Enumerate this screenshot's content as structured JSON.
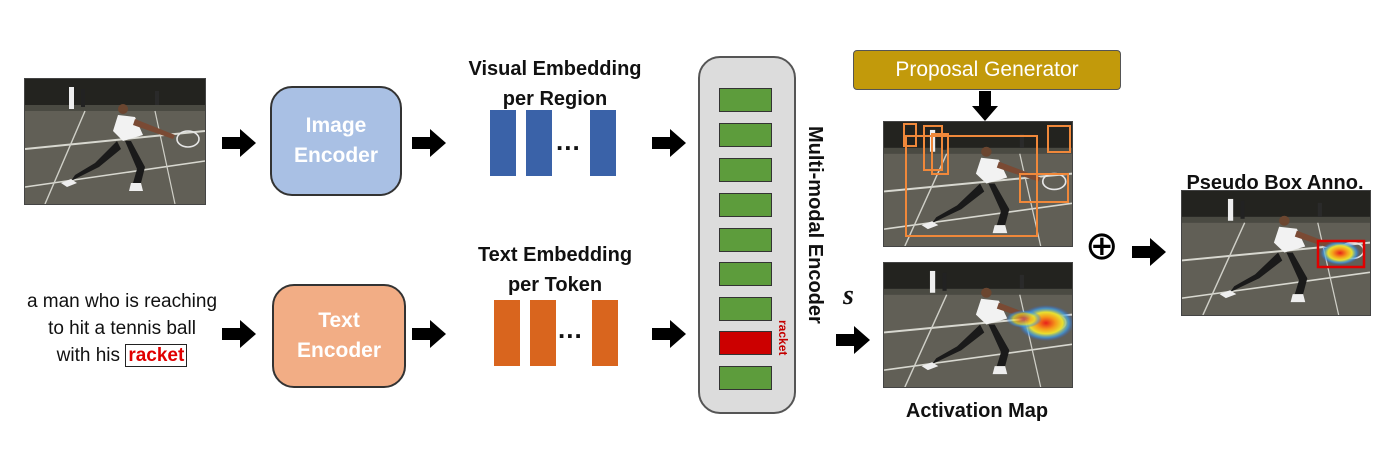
{
  "image_encoder": {
    "label_line1": "Image",
    "label_line2": "Encoder"
  },
  "text_encoder": {
    "label_line1": "Text",
    "label_line2": "Encoder"
  },
  "visual_embedding": {
    "title_line1": "Visual Embedding",
    "title_line2": "per Region",
    "dots": "..."
  },
  "text_embedding": {
    "title_line1": "Text Embedding",
    "title_line2": "per Token",
    "dots": "..."
  },
  "caption": {
    "line1": "a man who is reaching",
    "line2": "to hit a tennis ball",
    "line3_prefix": "with his",
    "highlight_word": "racket"
  },
  "multimodal": {
    "label": "Multi-modal Encoder",
    "token_label": "racket"
  },
  "similarity_symbol": "s",
  "proposal_generator": {
    "label": "Proposal Generator"
  },
  "activation_map": {
    "label": "Activation Map"
  },
  "combine_symbol": "⊕",
  "pseudo_box": {
    "label": "Pseudo Box Anno."
  },
  "colors": {
    "image_encoder": "#a9c0e4",
    "text_encoder": "#f2ad85",
    "visual_bar": "#3a62a8",
    "text_bar": "#d9651e",
    "mm_cell": "#5d9c3c",
    "mm_cell_highlight": "#cc0000",
    "proposal_generator": "#c29a0b",
    "proposal_box": "#f0883a",
    "pseudo_box": "#e00000"
  }
}
